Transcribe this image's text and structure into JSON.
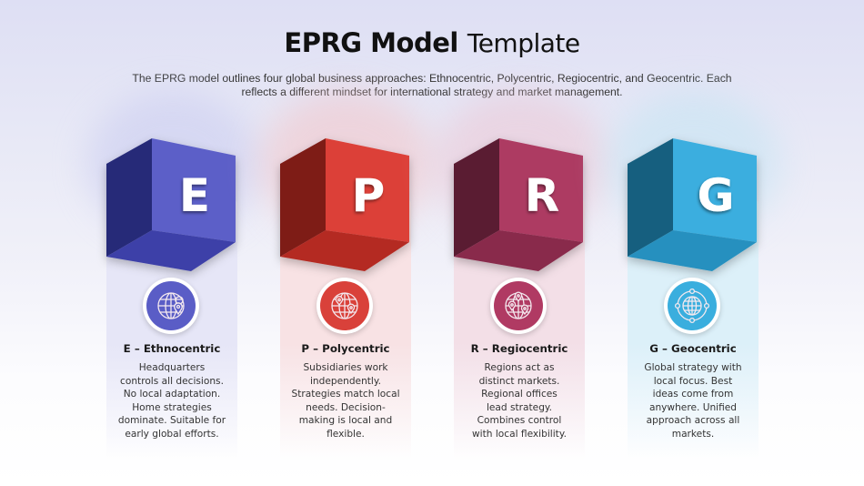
{
  "header": {
    "title_bold": "EPRG Model",
    "title_light": "Template",
    "subtitle_line1": "The EPRG model outlines four global business approaches: Ethnocentric, Polycentric, Regiocentric, and Geocentric. Each",
    "subtitle_line2": "reflects a different mindset for international strategy and market management."
  },
  "columns": [
    {
      "letter": "E",
      "heading": "E – Ethnocentric",
      "icon": "globe-pin-icon",
      "lines": [
        "Headquarters",
        "controls all decisions.",
        "No local adaptation.",
        "Home strategies",
        "dominate. Suitable for",
        "early global efforts."
      ],
      "colors": {
        "front": "#5b5fc8",
        "side": "#272a78",
        "bottom": "#3d40a8",
        "badge": "#5a5dc6",
        "panel": "#e6e6f7",
        "glow": "#c9cbf0"
      }
    },
    {
      "letter": "P",
      "heading": "P – Polycentric",
      "icon": "globe-two-pins-icon",
      "lines": [
        "Subsidiaries work",
        "independently.",
        "Strategies match local",
        "needs. Decision-",
        "making is local and",
        "flexible."
      ],
      "colors": {
        "front": "#dc4037",
        "side": "#7e1a15",
        "bottom": "#b42a22",
        "badge": "#d9413a",
        "panel": "#f8e2e4",
        "glow": "#f3c4c8"
      }
    },
    {
      "letter": "R",
      "heading": "R – Regiocentric",
      "icon": "globe-three-pins-icon",
      "lines": [
        "Regions act as",
        "distinct markets.",
        "Regional offices",
        "lead strategy.",
        "Combines control",
        "with local flexibility."
      ],
      "colors": {
        "front": "#ad3a62",
        "side": "#5a1a31",
        "bottom": "#892a4c",
        "badge": "#b03a63",
        "panel": "#f3dfe7",
        "glow": "#ecc6d4"
      }
    },
    {
      "letter": "G",
      "heading": "G – Geocentric",
      "icon": "globe-network-icon",
      "lines": [
        "Global strategy with",
        "local focus. Best",
        "ideas come from",
        "anywhere. Unified",
        "approach across all",
        "markets."
      ],
      "colors": {
        "front": "#3aaedf",
        "side": "#145f7f",
        "bottom": "#2590bf",
        "badge": "#3aaede",
        "panel": "#dcf0f9",
        "glow": "#c3e4f3"
      }
    }
  ]
}
